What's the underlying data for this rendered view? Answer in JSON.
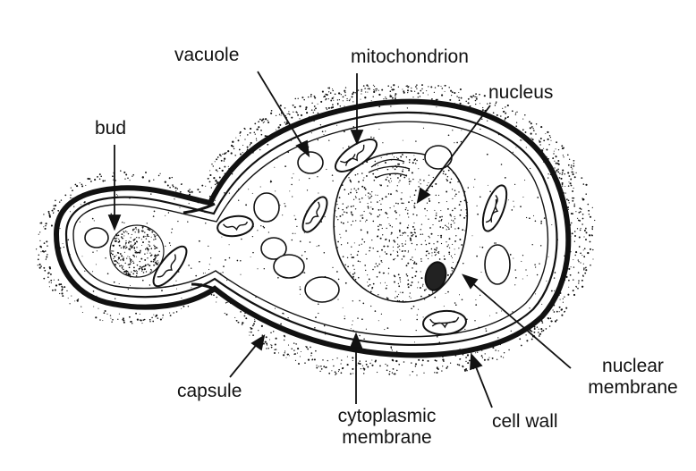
{
  "labels": {
    "vacuole": "vacuole",
    "mitochondrion": "mitochondrion",
    "nucleus": "nucleus",
    "bud": "bud",
    "capsule": "capsule",
    "cytoplasmic_membrane": [
      "cytoplasmic",
      "membrane"
    ],
    "nuclear_membrane": [
      "nuclear",
      "membrane"
    ],
    "cell_wall": "cell wall"
  },
  "colors": {
    "ink": "#111111",
    "background": "#ffffff"
  }
}
